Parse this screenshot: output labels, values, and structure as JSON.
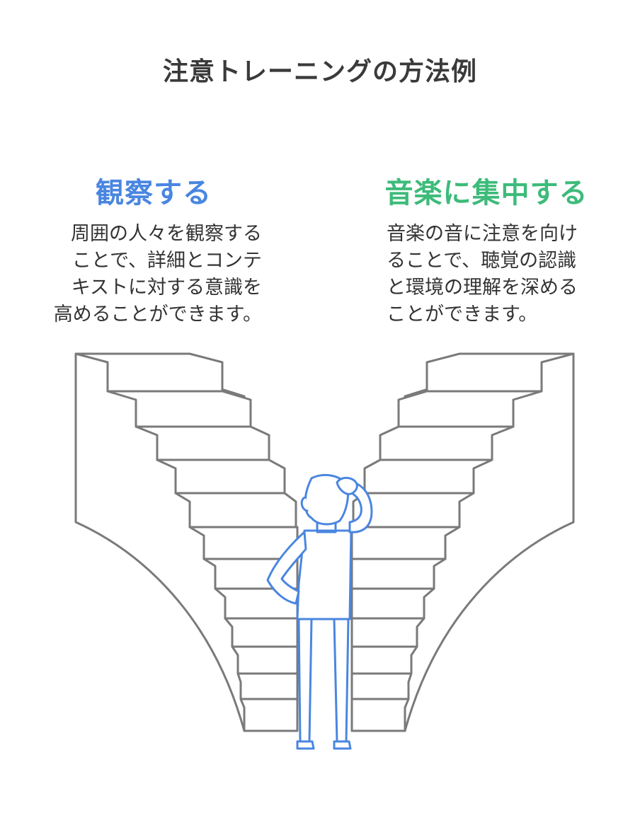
{
  "title": "注意トレーニングの方法例",
  "colors": {
    "title": "#3a3a3a",
    "left_accent": "#4a86e0",
    "right_accent": "#3dbb7a",
    "stairs": "#7a7a7a",
    "figure": "#4a86e0"
  },
  "left_option": {
    "heading": "観察する",
    "description_lines": [
      "周囲の人々を観察する",
      "ことで、詳細とコンテ",
      "キストに対する意識を",
      "高めることができます。"
    ]
  },
  "right_option": {
    "heading": "音楽に集中する",
    "description_lines": [
      "音楽の音に注意を向け",
      "ることで、聴覚の認識",
      "と環境の理解を深める",
      "ことができます。"
    ]
  },
  "icons": [
    "left-staircase-icon",
    "right-staircase-icon",
    "thinking-person-icon"
  ]
}
